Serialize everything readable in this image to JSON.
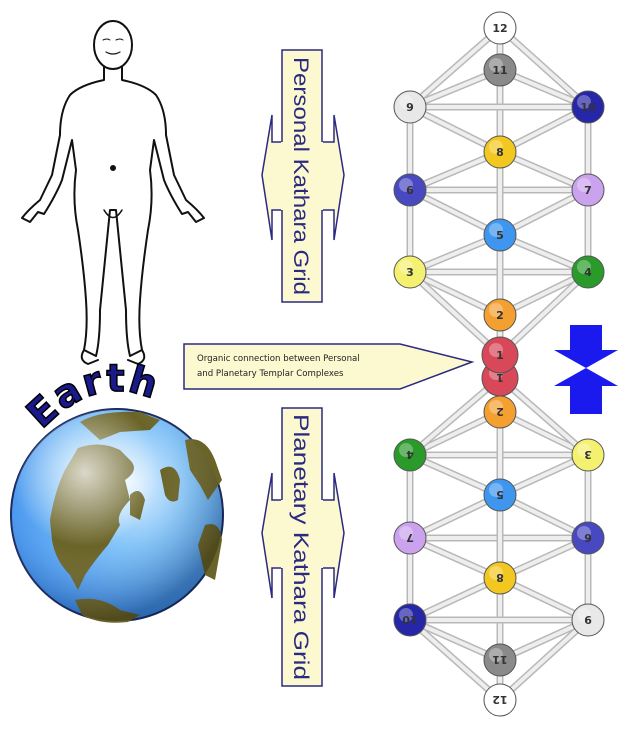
{
  "personal_arrow": {
    "label": "Personal Kathara Grid"
  },
  "planetary_arrow": {
    "label": "Planetary Kathara Grid"
  },
  "callout": {
    "line1": "Organic connection between Personal",
    "line2": "and Planetary Templar Complexes"
  },
  "earth": {
    "title": "Earth",
    "ocean_color": "#3a8ff0",
    "land_color": "#6b6428",
    "title_color": "#1a1a8c"
  },
  "connector_color": "#1a1aee",
  "grid": {
    "line_color": "#b8b8b8",
    "personal_nodes": [
      {
        "id": "12",
        "label": "12",
        "color": "#ffffff"
      },
      {
        "id": "11",
        "label": "11",
        "color": "#8a8a8a"
      },
      {
        "id": "9",
        "label": "9",
        "color": "#e8e8e8"
      },
      {
        "id": "10",
        "label": "10",
        "color": "#2626a8"
      },
      {
        "id": "8",
        "label": "8",
        "color": "#f2c820"
      },
      {
        "id": "6",
        "label": "6",
        "color": "#4848c0"
      },
      {
        "id": "7",
        "label": "7",
        "color": "#caa2ee"
      },
      {
        "id": "5",
        "label": "5",
        "color": "#3e96ee"
      },
      {
        "id": "3",
        "label": "3",
        "color": "#f4f070"
      },
      {
        "id": "4",
        "label": "4",
        "color": "#2a9a2a"
      },
      {
        "id": "2",
        "label": "2",
        "color": "#f4a030"
      },
      {
        "id": "1",
        "label": "1",
        "color": "#d84858"
      }
    ],
    "planetary_nodes": [
      {
        "id": "1",
        "label": "1",
        "color": "#d84858"
      },
      {
        "id": "2",
        "label": "2",
        "color": "#f4a030"
      },
      {
        "id": "4",
        "label": "4",
        "color": "#2a9a2a"
      },
      {
        "id": "3",
        "label": "3",
        "color": "#f4f070"
      },
      {
        "id": "5",
        "label": "5",
        "color": "#3e96ee"
      },
      {
        "id": "7",
        "label": "7",
        "color": "#caa2ee"
      },
      {
        "id": "6",
        "label": "6",
        "color": "#4848c0"
      },
      {
        "id": "8",
        "label": "8",
        "color": "#f2c820"
      },
      {
        "id": "10",
        "label": "10",
        "color": "#2626a8"
      },
      {
        "id": "9",
        "label": "9",
        "color": "#e8e8e8"
      },
      {
        "id": "11",
        "label": "11",
        "color": "#8a8a8a"
      },
      {
        "id": "12",
        "label": "12",
        "color": "#ffffff"
      }
    ]
  }
}
